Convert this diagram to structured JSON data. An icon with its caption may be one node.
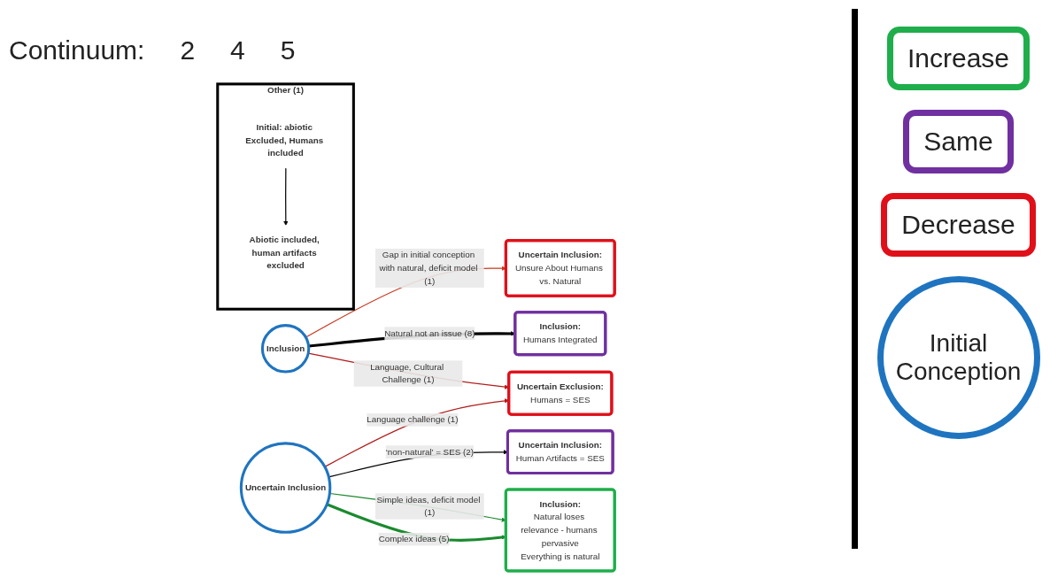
{
  "diagram": {
    "nodes": [
      {
        "text": [
          "Uncertain Exclusion:",
          "Humans = SES"
        ]
      },
      {
        "text": [
          "Uncertain Inclusion:",
          "Human Artifacts = SES"
        ]
      },
      {
        "text": [
          "Inclusion:",
          "Natural loses relevance - humans pervasive",
          "Everything is natural"
        ]
      },
      {
        "text": [
          "Uncertain Inclusion"
        ]
      },
      {
        "text": [
          "Inclusion"
        ]
      },
      {
        "text": [
          "Uncertain Inclusion:",
          "Unsure About Humans vs. Natural"
        ]
      },
      {
        "text": [
          "Inclusion:",
          "Humans Integrated"
        ]
      },
      {
        "text": [
          "Other (1)"
        ]
      },
      {
        "text": [
          "Initial: abiotic Excluded, Humans included"
        ],
        "in": 7
      },
      {
        "text": [
          "Abiotic included, human artifacts excluded"
        ],
        "in": 7
      }
    ],
    "edges": [
      {
        "from": 3,
        "to": 1,
        "arrow": "to",
        "label": "‘non-natural’ = SES (2)",
        "color": "#000000"
      },
      {
        "from": 3,
        "to": 0,
        "arrow": "to",
        "label": "Language challenge (1)",
        "color": "#b01c1c"
      },
      {
        "from": 4,
        "to": 0,
        "arrow": "to",
        "label": "Language, Cultural Challenge (1)",
        "color": "#b01c1c"
      },
      {
        "from": 3,
        "to": 2,
        "arrow": "to",
        "label": "Complex ideas (5)",
        "style": "thick",
        "color": "#1a8a2e"
      },
      {
        "from": 3,
        "to": 2,
        "arrow": "to",
        "label": "Simple ideas, deficit model (1)",
        "color": "#1a8a2e"
      },
      {
        "from": 4,
        "to": 5,
        "arrow": "to",
        "label": "Gap in initial conception with natural, deficit model (1)",
        "color": "#c8381e"
      },
      {
        "from": 4,
        "to": 6,
        "arrow": "to",
        "label": "Natural not an issue (8)",
        "style": "thick",
        "color": "#000000"
      },
      {
        "from": 8,
        "to": 9,
        "arrow": "to",
        "color": "#000000"
      }
    ],
    "labels": [
      "Continuum:",
      "2",
      "4",
      "5"
    ],
    "legend": [
      {
        "text": "Increase",
        "color": "#1fae4b"
      },
      {
        "text": "Same",
        "color": "#7030a0"
      },
      {
        "text": "Decrease",
        "color": "#e0101a"
      },
      {
        "text": "Initial Conception",
        "color": "#1f74c0"
      }
    ]
  }
}
